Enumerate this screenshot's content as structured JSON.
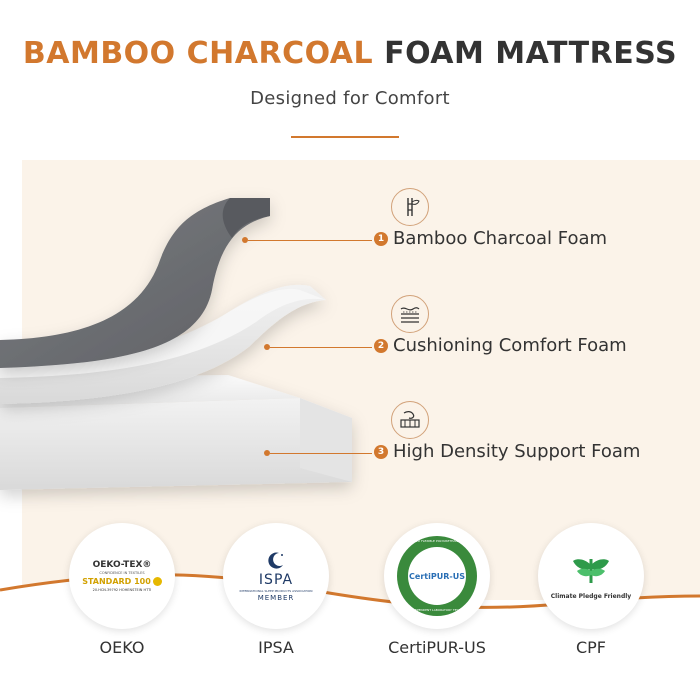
{
  "header": {
    "title_accent": "BAMBOO CHARCOAL",
    "title_rest": "FOAM MATTRESS",
    "subtitle": "Designed for Comfort"
  },
  "layers": [
    {
      "number": "1",
      "label": "Bamboo Charcoal Foam",
      "icon": "bamboo-icon"
    },
    {
      "number": "2",
      "label": "Cushioning Comfort Foam",
      "icon": "cushion-layers-icon"
    },
    {
      "number": "3",
      "label": "High Density Support Foam",
      "icon": "support-foam-icon"
    }
  ],
  "certifications": [
    {
      "caption": "OEKO",
      "badge_lines": [
        "OEKO-TEX®",
        "CONFIDENCE IN TEXTILES",
        "STANDARD 100",
        "20.HCN.39792 HOHENSTEIN HTTI"
      ]
    },
    {
      "caption": "IPSA",
      "badge_lines": [
        "ISPA",
        "INTERNATIONAL SLEEP PRODUCTS ASSOCIATION",
        "MEMBER"
      ]
    },
    {
      "caption": "CertiPUR-US",
      "badge_lines": [
        "CertiPUR-US",
        "CERTIFIED FLEXIBLE POLYURETHANE FOAM",
        "INDEPENDENT LABORATORY TESTED"
      ]
    },
    {
      "caption": "CPF",
      "badge_lines": [
        "Climate Pledge Friendly"
      ]
    }
  ],
  "colors": {
    "accent": "#d2782e",
    "charcoal_foam": "#6f7174",
    "white_foam": "#f3f3f3",
    "panel": "#fbf3e9",
    "certipur_green": "#3a8a3c",
    "cpf_green": "#2e9a4a",
    "ispa_blue": "#1f3a66"
  }
}
